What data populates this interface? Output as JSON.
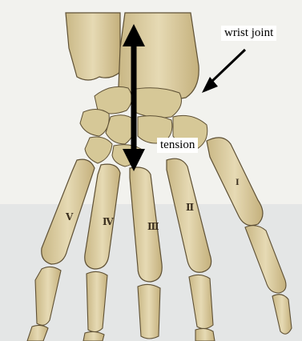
{
  "figure": {
    "colors": {
      "background": "#f2f2ee",
      "bone_fill": "#dccfa2",
      "bone_shade": "#c2b07a",
      "bone_outline": "#5e5034",
      "arrow": "#000000"
    }
  },
  "labels": {
    "wrist_joint": "wrist joint",
    "tension": "tension",
    "metacarpal_1": "I",
    "metacarpal_2": "Ⅱ",
    "metacarpal_3": "Ⅲ",
    "metacarpal_4": "Ⅳ",
    "metacarpal_5": "Ⅴ"
  }
}
